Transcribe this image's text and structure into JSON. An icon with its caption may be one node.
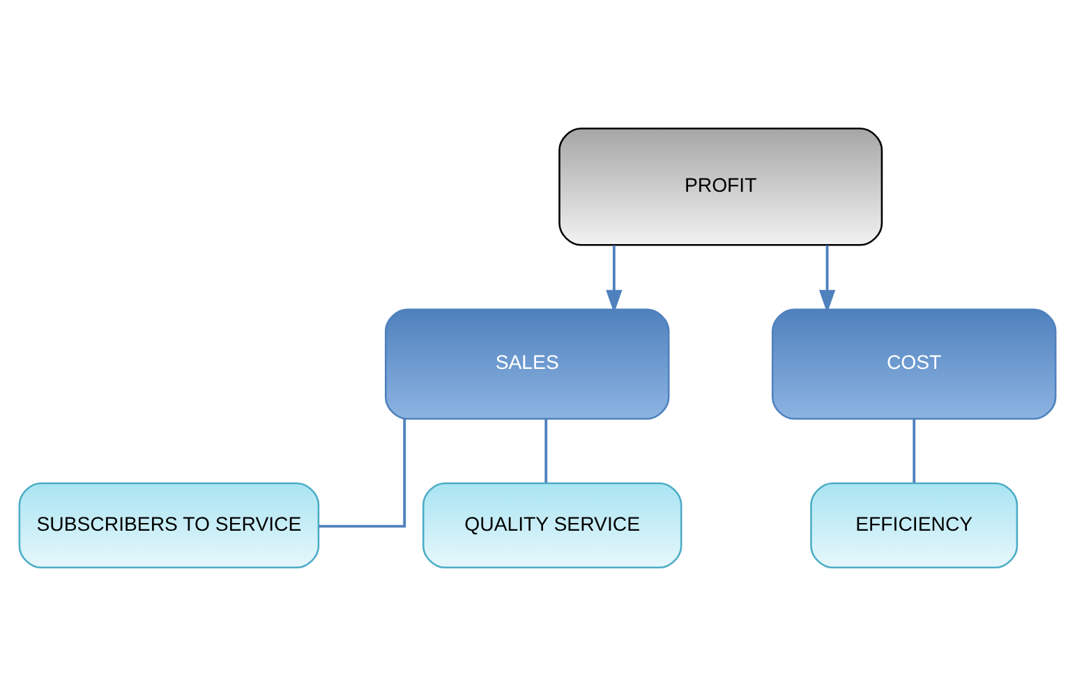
{
  "diagram": {
    "nodes": [
      {
        "text": [
          "PROFIT"
        ]
      },
      {
        "text": [
          "SALES"
        ]
      },
      {
        "text": [
          "COST"
        ]
      },
      {
        "text": [
          "SUBSCRIBERS TO SERVICE"
        ]
      },
      {
        "text": [
          "QUALITY SERVICE"
        ]
      },
      {
        "text": [
          "EFFICIENCY"
        ]
      }
    ],
    "edges": [
      {
        "from": 0,
        "to": 1,
        "arrow": "to"
      },
      {
        "from": 0,
        "to": 2,
        "arrow": "to"
      },
      {
        "from": 1,
        "to": 3,
        "arrow": "none"
      },
      {
        "from": 1,
        "to": 4,
        "arrow": "none"
      },
      {
        "from": 2,
        "to": 5,
        "arrow": "none"
      }
    ]
  }
}
